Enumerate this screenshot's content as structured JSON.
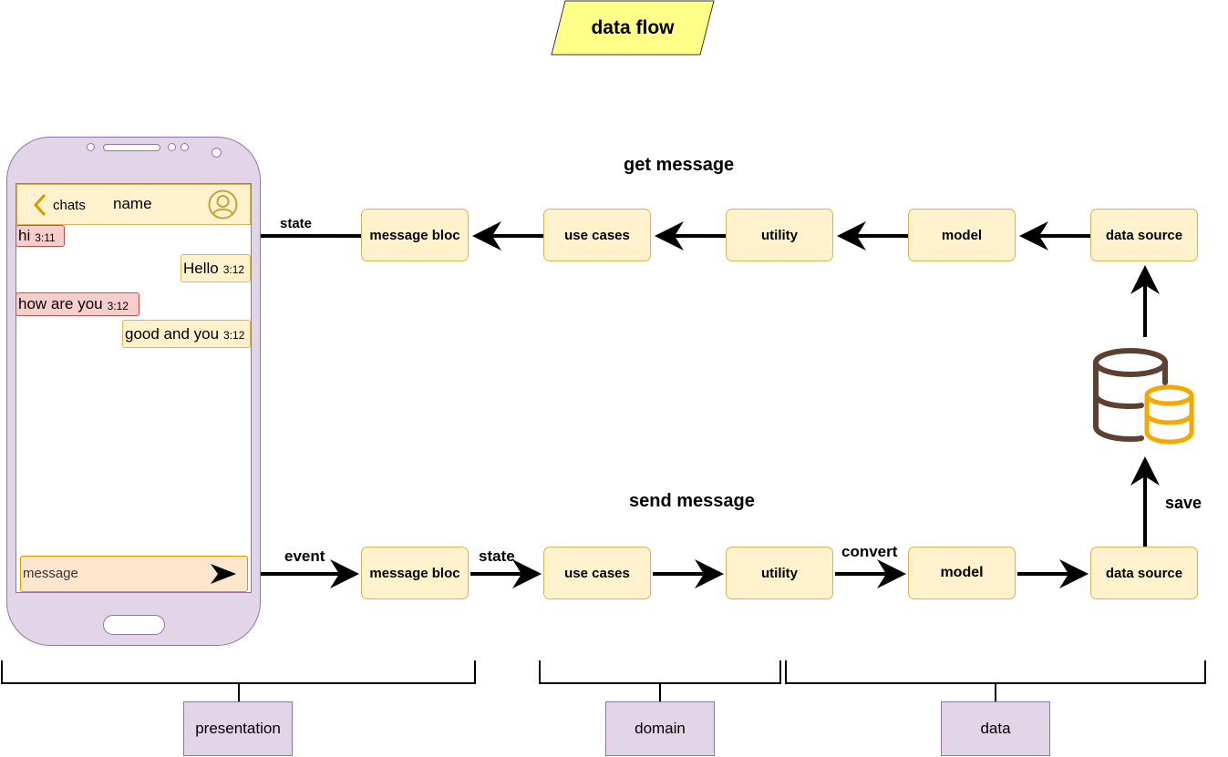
{
  "title": "data flow",
  "get_flow": {
    "title": "get message",
    "state_label": "state",
    "nodes": [
      "message bloc",
      "use cases",
      "utility",
      "model",
      "data source"
    ]
  },
  "send_flow": {
    "title": "send message",
    "event_label": "event",
    "state_label": "state",
    "convert_label": "convert",
    "save_label": "save",
    "nodes": [
      "message bloc",
      "use cases",
      "utility",
      "model",
      "data source"
    ]
  },
  "phone": {
    "back_label": "chats",
    "contact_name": "name",
    "messages": [
      {
        "text": "hi",
        "time": "3:11",
        "side": "received"
      },
      {
        "text": "Hello",
        "time": "3:12",
        "side": "sent"
      },
      {
        "text": "how are you",
        "time": "3:12",
        "side": "received"
      },
      {
        "text": "good and you",
        "time": "3:12",
        "side": "sent"
      }
    ],
    "input_placeholder": "message"
  },
  "layers": [
    "presentation",
    "domain",
    "data"
  ],
  "colors": {
    "title_fill": "#ffff88",
    "node_fill": "#fff2cc",
    "node_border": "#d6b656",
    "phone_fill": "#e1d5e7",
    "phone_border": "#9673a6",
    "received_fill": "#f8cecc",
    "input_fill": "#ffe6cc",
    "db_brown": "#5d4130",
    "db_orange": "#f5a800"
  },
  "icons": [
    "chevron-left-icon",
    "user-circle-icon",
    "send-icon",
    "database-icon"
  ]
}
